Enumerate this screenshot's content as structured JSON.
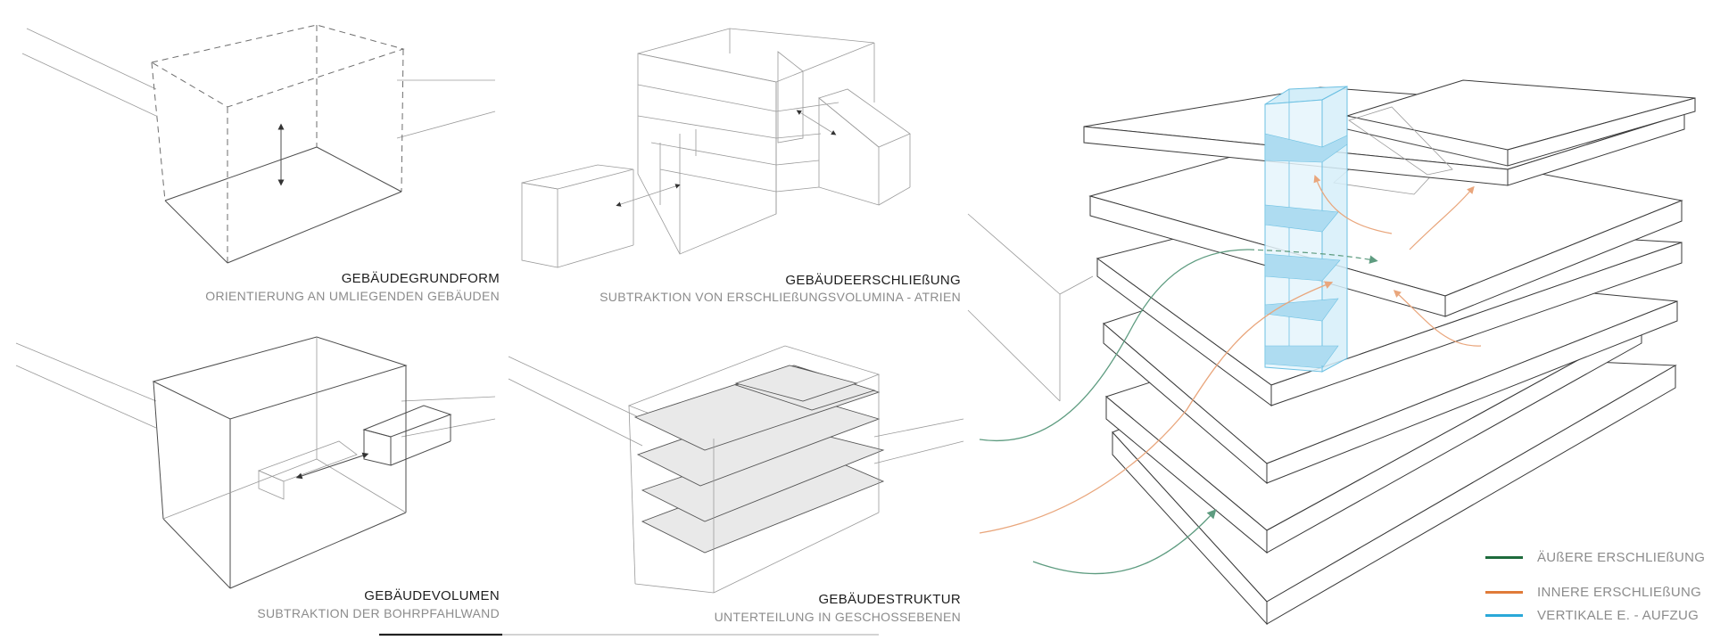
{
  "panels": [
    {
      "title": "GEBÄUDEGRUNDFORM",
      "subtitle": "ORIENTIERUNG AN UMLIEGENDEN GEBÄUDEN"
    },
    {
      "title": "GEBÄUDEERSCHLIEßUNG",
      "subtitle": "SUBTRAKTION VON ERSCHLIEßUNGSVOLUMINA - ATRIEN"
    },
    {
      "title": "GEBÄUDEVOLUMEN",
      "subtitle": "SUBTRAKTION DER BOHRPFAHLWAND"
    },
    {
      "title": "GEBÄUDESTRUKTUR",
      "subtitle": "UNTERTEILUNG IN GESCHOSSEBENEN"
    }
  ],
  "legend": [
    {
      "label": "ÄUßERE ERSCHLIEßUNG",
      "color": "#1e6b3c"
    },
    {
      "label": "INNERE ERSCHLIEßUNG",
      "color": "#e07b39"
    },
    {
      "label": "VERTIKALE E. - AUFZUG",
      "color": "#2aa8d8"
    }
  ],
  "colors": {
    "line": "#4d4d4d",
    "outer_path": "#5e9c80",
    "inner_path": "#e9a67c",
    "elevator_fill": "#bfe3f4",
    "elevator_stroke": "#6cc0e2"
  }
}
